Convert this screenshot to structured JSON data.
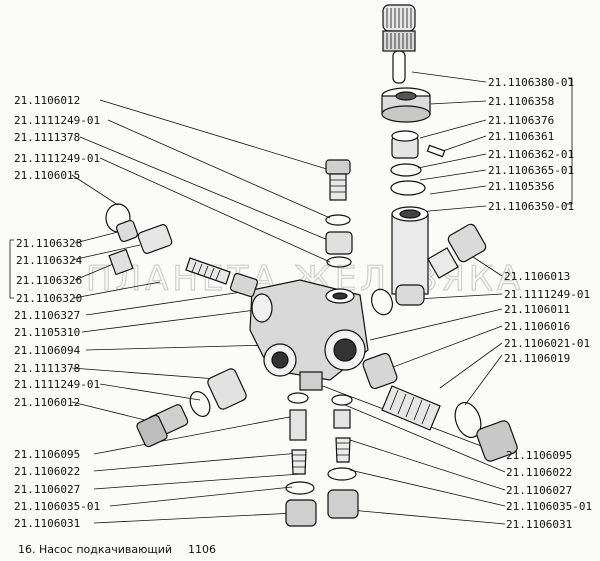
{
  "labels_left": [
    "21.1106012",
    "21.1111249-01",
    "21.1111378",
    "21.1111249-01",
    "21.1106015",
    "21.1106328",
    "21.1106324",
    "21.1106326",
    "21.1106320",
    "21.1106327",
    "21.1105310",
    "21.1106094",
    "21.1111378",
    "21.1111249-01",
    "21.1106012",
    "21.1106095",
    "21.1106022",
    "21.1106027",
    "21.1106035-01",
    "21.1106031"
  ],
  "labels_right": [
    "21.1106380-01",
    "21.1106358",
    "21.1106376",
    "21.1106361",
    "21.1106362-01",
    "21.1106365-01",
    "21.1105356",
    "21.1106350-01",
    "21.1106013",
    "21.1111249-01",
    "21.1106011",
    "21.1106016",
    "21.1106021-01",
    "21.1106019",
    "21.1106095",
    "21.1106022",
    "21.1106027",
    "21.1106035-01",
    "21.1106031"
  ],
  "caption": {
    "text": "16. Насос подкачивающий",
    "code": "1106"
  },
  "watermark": "ПЛАНЕТА ЖЕЛЕЗЯКА",
  "colors": {
    "ink": "#111111",
    "paper": "#fbfbf9",
    "watermark": "#cfcfcf"
  }
}
